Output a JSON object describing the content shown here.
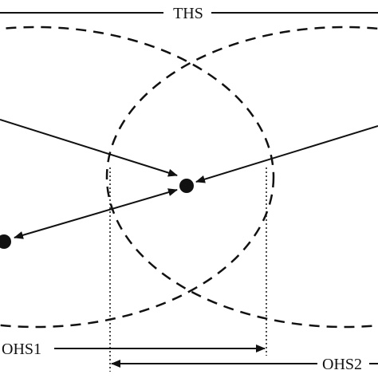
{
  "labels": {
    "total_hidden_span": "THS",
    "overlap_span_1": "OHS1",
    "overlap_span_2": "OHS2"
  },
  "colors": {
    "stroke": "#111111",
    "background": "#ffffff"
  }
}
